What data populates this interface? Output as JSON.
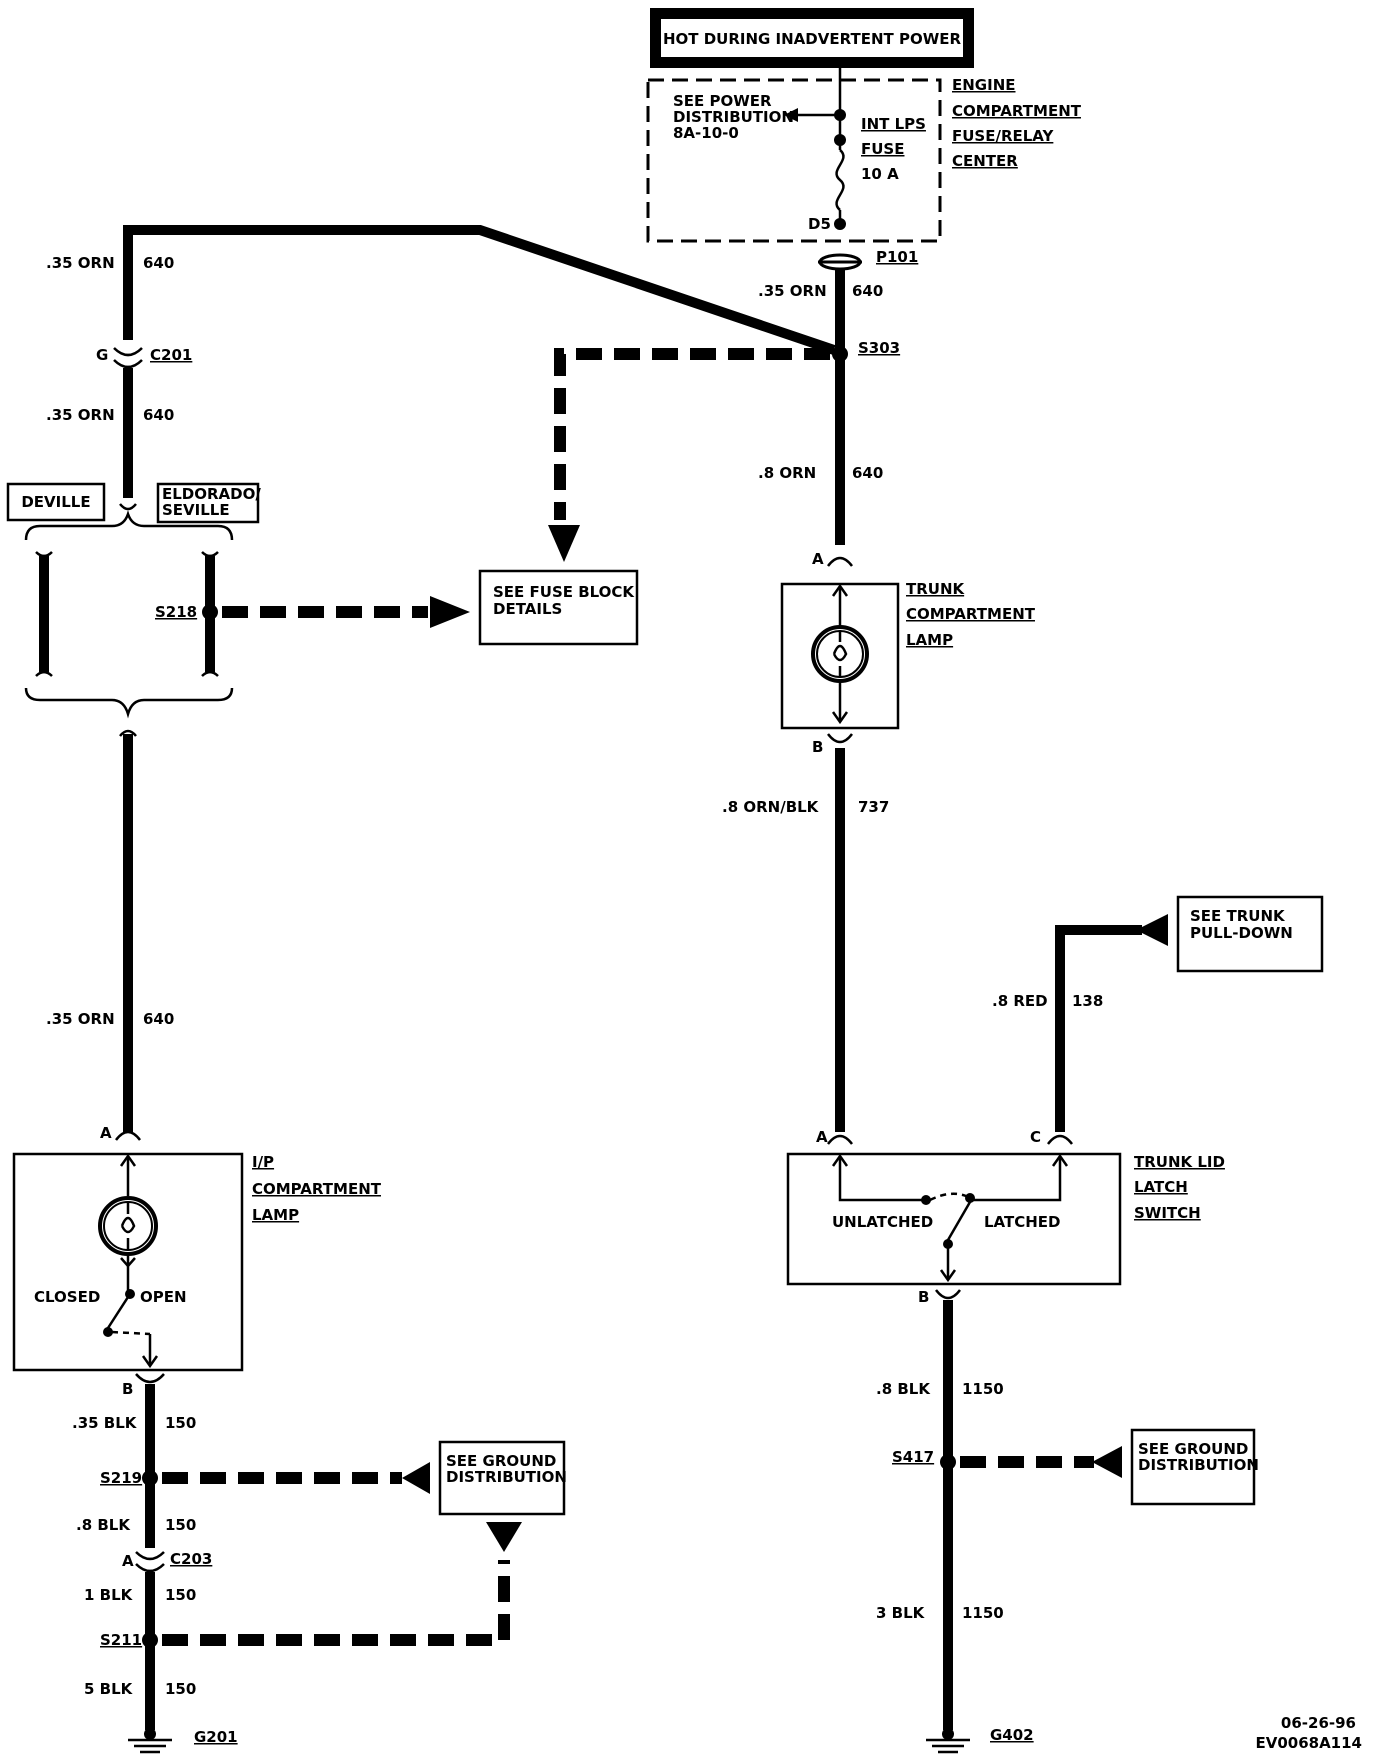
{
  "header": {
    "hot_label": "HOT DURING INADVERTENT POWER"
  },
  "fuse_center": {
    "name_lines": [
      "ENGINE",
      "COMPARTMENT",
      "FUSE/RELAY",
      "CENTER"
    ],
    "see_power_lines": [
      "SEE POWER",
      "DISTRIBUTION",
      "8A-10-0"
    ],
    "fuse_lines": [
      "INT LPS",
      "FUSE",
      "10 A"
    ],
    "terminal": "D5",
    "connector": "P101"
  },
  "wires": {
    "main_top": {
      "gauge": ".35 ORN",
      "circuit": "640"
    },
    "main_trunk": {
      "gauge": ".8 ORN",
      "circuit": "640"
    },
    "left_top": {
      "gauge": ".35 ORN",
      "circuit": "640"
    },
    "left_mid": {
      "gauge": ".35 ORN",
      "circuit": "640"
    },
    "left_lower": {
      "gauge": ".35 ORN",
      "circuit": "640"
    },
    "trunk_switch": {
      "gauge": ".8 ORN/BLK",
      "circuit": "737"
    },
    "pull_down": {
      "gauge": ".8 RED",
      "circuit": "138"
    },
    "ip_ground_1": {
      "gauge": ".35 BLK",
      "circuit": "150"
    },
    "ip_ground_2": {
      "gauge": ".8 BLK",
      "circuit": "150"
    },
    "ip_ground_3": {
      "gauge": "1 BLK",
      "circuit": "150"
    },
    "ip_ground_4": {
      "gauge": "5 BLK",
      "circuit": "150"
    },
    "trunk_ground_1": {
      "gauge": ".8 BLK",
      "circuit": "1150"
    },
    "trunk_ground_2": {
      "gauge": "3 BLK",
      "circuit": "1150"
    }
  },
  "splices": {
    "s303": "S303",
    "s218": "S218",
    "s219": "S219",
    "s211": "S211",
    "s417": "S417"
  },
  "connectors": {
    "c201_pin": "G",
    "c201": "C201",
    "c203_pin": "A",
    "c203": "C203"
  },
  "variants": {
    "deville": "DEVILLE",
    "eldorado_lines": [
      "ELDORADO/",
      "SEVILLE"
    ]
  },
  "fuse_block_ref": [
    "SEE FUSE BLOCK",
    "DETAILS"
  ],
  "trunk_lamp": {
    "name_lines": [
      "TRUNK",
      "COMPARTMENT",
      "LAMP"
    ],
    "pin_a": "A",
    "pin_b": "B"
  },
  "ip_lamp": {
    "name_lines": [
      "I/P",
      "COMPARTMENT",
      "LAMP"
    ],
    "pin_a": "A",
    "pin_b": "B",
    "closed": "CLOSED",
    "open": "OPEN"
  },
  "latch_switch": {
    "name_lines": [
      "TRUNK LID",
      "LATCH",
      "SWITCH"
    ],
    "pin_a": "A",
    "pin_b": "B",
    "pin_c": "C",
    "unlatched": "UNLATCHED",
    "latched": "LATCHED"
  },
  "trunk_pull_down_ref": [
    "SEE TRUNK",
    "PULL-DOWN"
  ],
  "ground_ref_left": [
    "SEE GROUND",
    "DISTRIBUTION"
  ],
  "ground_ref_right": [
    "SEE GROUND",
    "DISTRIBUTION"
  ],
  "grounds": {
    "left": "G201",
    "right": "G402"
  },
  "footer": {
    "date": "06-26-96",
    "code": "EV0068A114"
  }
}
